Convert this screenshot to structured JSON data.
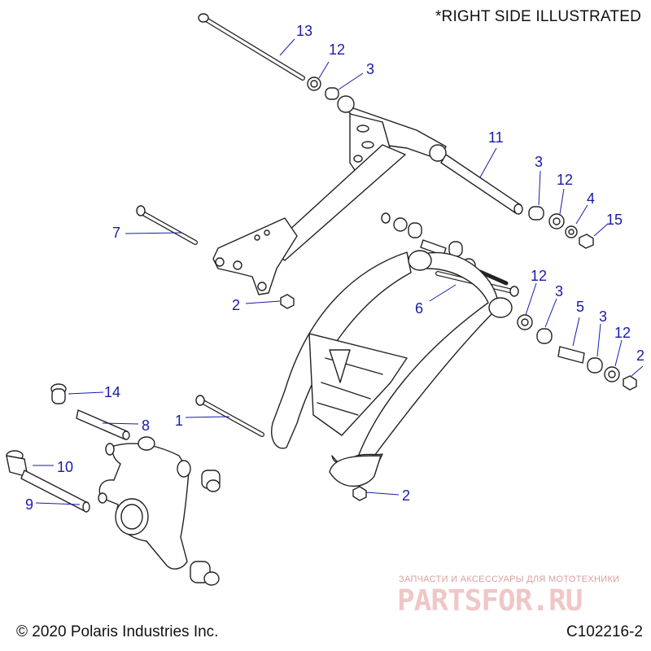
{
  "header": {
    "note": "*RIGHT SIDE ILLUSTRATED"
  },
  "footer": {
    "copyright": "© 2020 Polaris Industries Inc.",
    "diagram_id": "C102216-2"
  },
  "watermark": {
    "tagline": "ЗАПЧАСТИ И АКСЕССУАРЫ ДЛЯ МОТОТЕХНИКИ",
    "logo": "PARTSFOR.RU"
  },
  "colors": {
    "callout": "#1a1aa8",
    "line": "#222222",
    "watermark": "#e8b4b4"
  },
  "callouts": [
    {
      "id": "c13",
      "label": "13"
    },
    {
      "id": "c12a",
      "label": "12"
    },
    {
      "id": "c3a",
      "label": "3"
    },
    {
      "id": "c11",
      "label": "11"
    },
    {
      "id": "c3b",
      "label": "3"
    },
    {
      "id": "c12b",
      "label": "12"
    },
    {
      "id": "c4",
      "label": "4"
    },
    {
      "id": "c15",
      "label": "15"
    },
    {
      "id": "c7",
      "label": "7"
    },
    {
      "id": "c2a",
      "label": "2"
    },
    {
      "id": "c12c",
      "label": "12"
    },
    {
      "id": "c6",
      "label": "6"
    },
    {
      "id": "c3c",
      "label": "3"
    },
    {
      "id": "c5",
      "label": "5"
    },
    {
      "id": "c3d",
      "label": "3"
    },
    {
      "id": "c12d",
      "label": "12"
    },
    {
      "id": "c2b",
      "label": "2"
    },
    {
      "id": "c14",
      "label": "14"
    },
    {
      "id": "c1",
      "label": "1"
    },
    {
      "id": "c8",
      "label": "8"
    },
    {
      "id": "c10",
      "label": "10"
    },
    {
      "id": "c9",
      "label": "9"
    },
    {
      "id": "c2c",
      "label": "2"
    }
  ]
}
